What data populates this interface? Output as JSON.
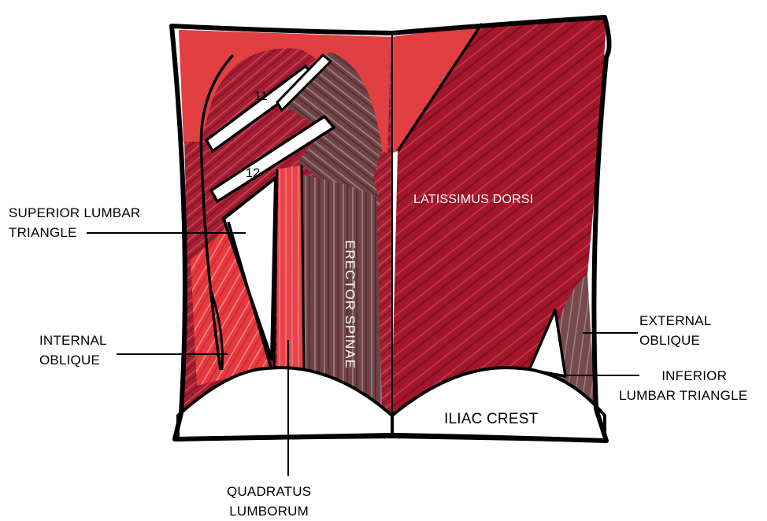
{
  "colors": {
    "latissimus": "#a3162b",
    "internal_oblique": "#e63a3e",
    "erector": "#6e4447",
    "quadratus": "#e8434a",
    "external_oblique": "#744a4c",
    "outline": "#000000",
    "background": "#ffffff"
  },
  "labels": {
    "superior_lumbar_triangle": [
      "SUPERIOR LUMBAR",
      "TRIANGLE"
    ],
    "internal_oblique": [
      "INTERNAL",
      "OBLIQUE"
    ],
    "quadratus_lumborum": [
      "QUADRATUS",
      "LUMBORUM"
    ],
    "external_oblique": [
      "EXTERNAL",
      "OBLIQUE"
    ],
    "inferior_lumbar_triangle": [
      "INFERIOR",
      "LUMBAR TRIANGLE"
    ],
    "latissimus_dorsi": "LATISSIMUS DORSI",
    "erector_spinae": "ERECTOR SPINAE",
    "iliac_crest": "ILIAC CREST",
    "rib_11": "11",
    "rib_12": "12"
  }
}
